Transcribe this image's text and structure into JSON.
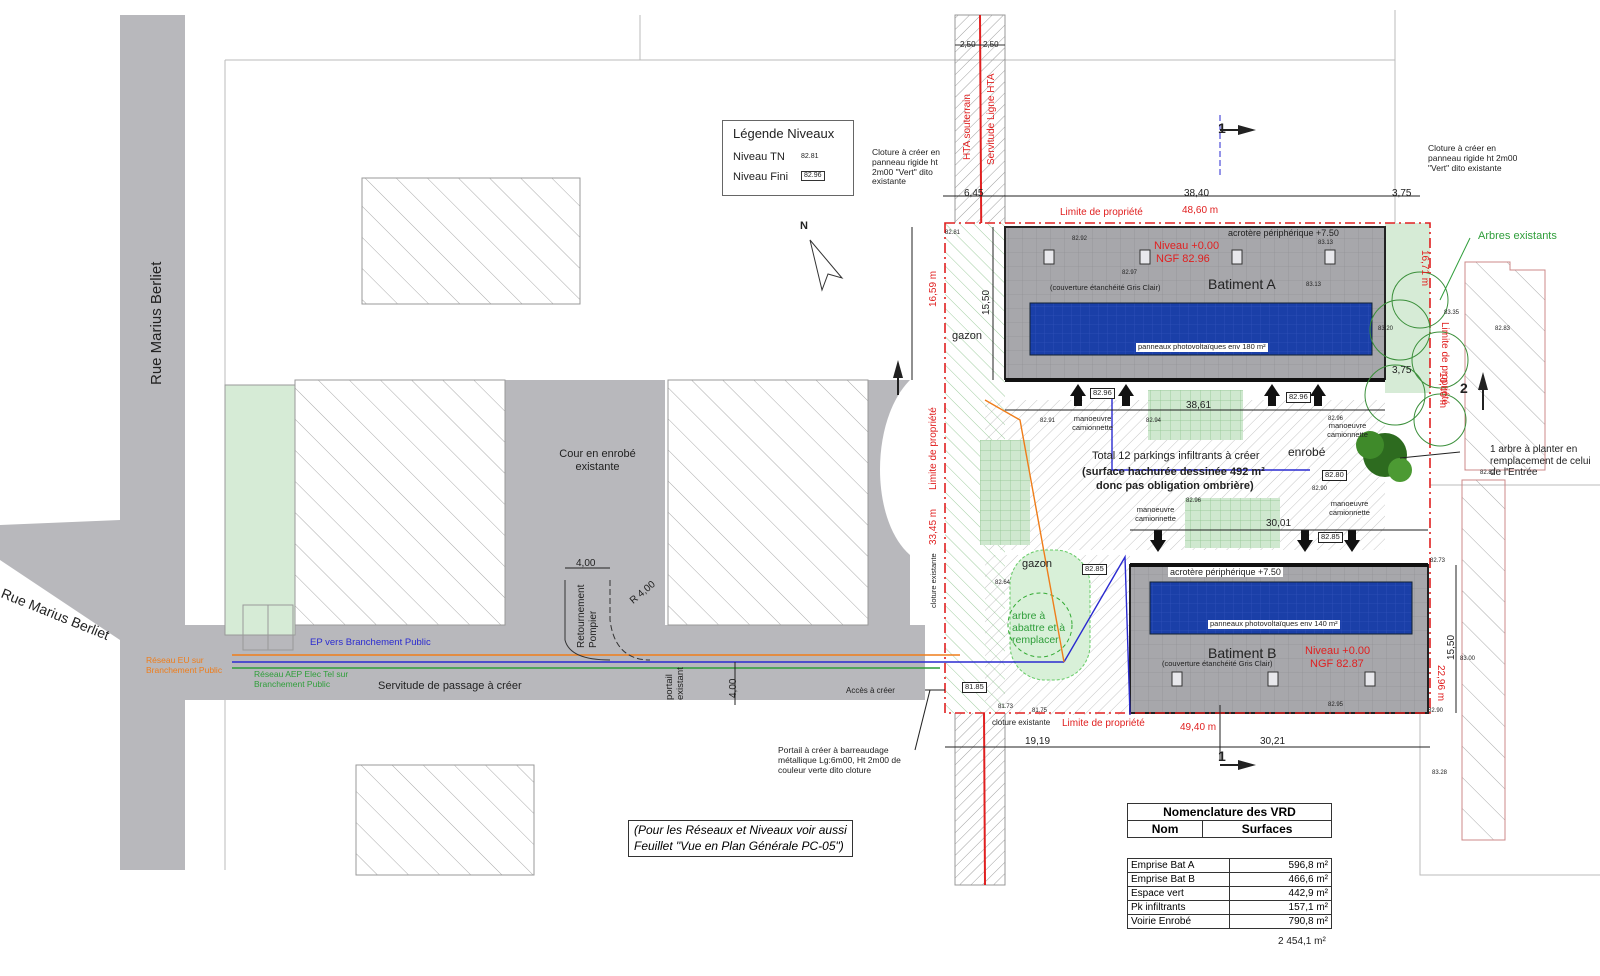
{
  "streets": {
    "vertical": "Rue Marius Berliet",
    "diagonal": "Rue Marius Berliet"
  },
  "legend": {
    "title": "Légende Niveaux",
    "tn_label": "Niveau TN",
    "tn_value": "82.81",
    "fini_label": "Niveau Fini",
    "fini_value": "82.96"
  },
  "north": "N",
  "section_markers": {
    "top": "1",
    "bottom": "1",
    "right": "2"
  },
  "hta": {
    "underground": "HTA souterrain",
    "servitude": "Servitude Ligne HTA",
    "dim_left": "2,50",
    "dim_right": "2,50"
  },
  "fence_notes": {
    "left": "Cloture à créer en panneau rigide ht 2m00 \"Vert\" dito existante",
    "right": "Cloture à créer en panneau rigide ht 2m00 \"Vert\" dito existante"
  },
  "dimensions": {
    "top_6_45": "6,45",
    "top_38_40": "38,40",
    "top_3_75": "3,75",
    "property_top": "48,60 m",
    "bat_a_height": "15,50",
    "left_16_59": "16,59 m",
    "right_16_71": "16,71 m",
    "right_3_75": "3,75",
    "right_10_40": "10,40 m",
    "mid_38_61": "38,61",
    "mid_30_01": "30,01",
    "left_33_45": "33,45 m",
    "bat_b_height": "15,50",
    "right_22_96": "22,96 m",
    "property_bottom": "49,40 m",
    "bottom_19_19": "19,19",
    "bottom_30_21": "30,21",
    "pompier_width": "4,00",
    "pompier_radius": "R 4,00",
    "servitude_width": "4,00"
  },
  "labels": {
    "limite_top": "Limite de propriété",
    "limite_bottom": "Limite de propriété",
    "limite_left": "Limite de propriété",
    "limite_right": "Limite de propriété",
    "arbres_existants": "Arbres existants",
    "arbre_planter": "1 arbre à planter en remplacement de celui de l'Entrée",
    "cour": "Cour en enrobé existante",
    "retournement": "Retournement Pompier",
    "ep": "EP vers Branchement Public",
    "eu": "Réseau EU sur Branchement Public",
    "aep": "Réseau AEP Elec Tel sur Branchement Public",
    "servitude": "Servitude de passage à créer",
    "portail_existant": "portail existant",
    "acces": "Accès à créer",
    "portail_note": "Portail à créer à barreaudage métallique Lg:6m00, Ht 2m00 de couleur verte dito cloture",
    "gazon_1": "gazon",
    "gazon_2": "gazon",
    "arbre_abattre": "arbre à abattre et à remplacer",
    "cloture_existante_left": "cloture existante",
    "cloture_existante_bottom": "cloture existante",
    "enrobe": "enrobé",
    "manoeuvre_1": "manoeuvre camionnette",
    "manoeuvre_2": "manoeuvre camionnette",
    "manoeuvre_3": "manoeuvre camionnette",
    "manoeuvre_4": "manoeuvre camionnette",
    "parkings_1": "Total 12 parkings infiltrants à créer",
    "parkings_2": "(surface hachurée dessinée 492 m²",
    "parkings_3": "donc pas obligation ombrière)"
  },
  "bat_a": {
    "name": "Batiment A",
    "acrotere": "acrotère périphérique +7.50",
    "niveau": "Niveau +0.00",
    "ngf": "NGF 82.96",
    "couverture": "(couverture étanchéité Gris Clair)",
    "pv": "panneaux photovoltaïques env 180 m²"
  },
  "bat_b": {
    "name": "Batiment B",
    "acrotere": "acrotère périphérique +7.50",
    "niveau": "Niveau +0.00",
    "ngf": "NGF 82.87",
    "couverture": "(couverture étanchéité Gris Clair)",
    "pv": "panneaux photovoltaïques env 140 m²"
  },
  "level_boxes": [
    "82.96",
    "82.96",
    "82.80",
    "82.85",
    "82.85",
    "81.85"
  ],
  "spot_levels": [
    "82.81",
    "82.92",
    "83.13",
    "82.97",
    "83.13",
    "83.35",
    "83.20",
    "82.91",
    "82.94",
    "82.96",
    "82.90",
    "82.96",
    "82.82",
    "82.83",
    "82.73",
    "82.90",
    "83.00",
    "83.28",
    "82.95",
    "82.64",
    "81.73",
    "81.75"
  ],
  "nomenclature": {
    "title": "Nomenclature des VRD",
    "headers": [
      "Nom",
      "Surfaces"
    ],
    "rows": [
      {
        "nom": "Emprise Bat A",
        "surface": "596,8 m²"
      },
      {
        "nom": "Emprise Bat B",
        "surface": "466,6 m²"
      },
      {
        "nom": "Espace vert",
        "surface": "442,9 m²"
      },
      {
        "nom": "Pk infiltrants",
        "surface": "157,1 m²"
      },
      {
        "nom": "Voirie Enrobé",
        "surface": "790,8 m²"
      }
    ],
    "total": "2 454,1 m²"
  },
  "see_also": {
    "line1": "(Pour les Réseaux et Niveaux voir aussi",
    "line2": "Feuillet \"Vue en Plan Générale PC-05\")"
  },
  "colors": {
    "red": "#e02020",
    "green": "#2f9e3a",
    "blue": "#2a2ad0",
    "orange": "#ef7d1a",
    "pv": "#1a3fa8",
    "road": "#b8b8bc",
    "building": "#9a9a9e"
  }
}
